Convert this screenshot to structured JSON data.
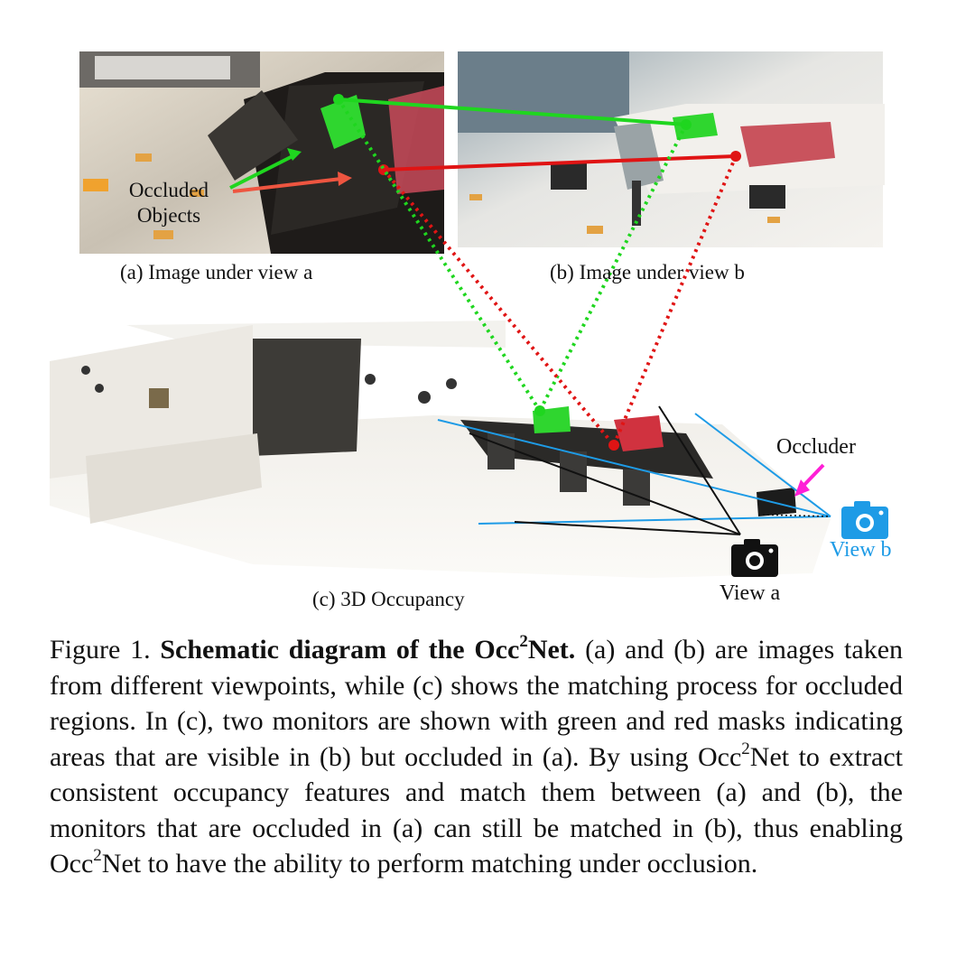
{
  "figure": {
    "labels": {
      "occluded_objects": "Occluded Objects",
      "caption_a": "(a) Image under view a",
      "caption_b": "(b) Image under view b",
      "caption_c": "(c) 3D Occupancy",
      "occluder": "Occluder",
      "view_a": "View a",
      "view_b": "View b"
    },
    "colors": {
      "green_match": "#1fd61f",
      "red_match": "#e01414",
      "camera_blue": "#1e9be6",
      "occluder_arrow": "#ff1fd6",
      "camera_black": "#111111"
    },
    "icons": [
      "camera-icon",
      "camera-icon"
    ]
  },
  "caption": {
    "prefix": "Figure 1.",
    "title_before": "Schematic diagram of the Occ",
    "sup": "2",
    "title_after": "Net.",
    "text_1": "(a) and (b) are images taken from different viewpoints, while (c) shows the matching process for occluded regions. In (c), two monitors are shown with green and red masks indicating areas that are visible in (b) but occluded in (a). By using Occ",
    "sup_2": "2",
    "text_2": "Net to extract consistent occupancy features and match them between (a) and (b), the monitors that are occluded in (a) can still be matched in (b), thus enabling Occ",
    "sup_3": "2",
    "text_3": "Net to have the ability to perform matching under occlusion."
  }
}
